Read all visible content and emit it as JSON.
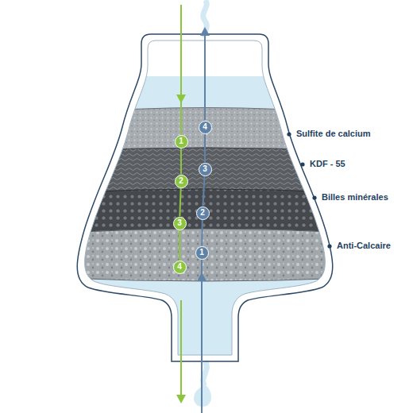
{
  "diagram": {
    "nodes": [
      {
        "text": [
          "1"
        ]
      },
      {
        "text": [
          "2"
        ]
      },
      {
        "text": [
          "3"
        ]
      },
      {
        "text": [
          "4"
        ]
      },
      {
        "text": [
          "1"
        ]
      },
      {
        "text": [
          "2"
        ]
      },
      {
        "text": [
          "3"
        ]
      },
      {
        "text": [
          "4"
        ]
      }
    ],
    "edges": [
      {
        "from": 0,
        "to": 1,
        "arrow": "none"
      },
      {
        "from": 1,
        "to": 2,
        "arrow": "none"
      },
      {
        "from": 2,
        "to": 3,
        "arrow": "none"
      },
      {
        "from": 4,
        "to": 5,
        "arrow": "none"
      },
      {
        "from": 5,
        "to": 6,
        "arrow": "none"
      },
      {
        "from": 6,
        "to": 7,
        "arrow": "none"
      }
    ],
    "labels": [
      "Sulfite de calcium",
      "KDF - 55",
      "Billes minérales",
      "Anti-Calcaire"
    ]
  }
}
